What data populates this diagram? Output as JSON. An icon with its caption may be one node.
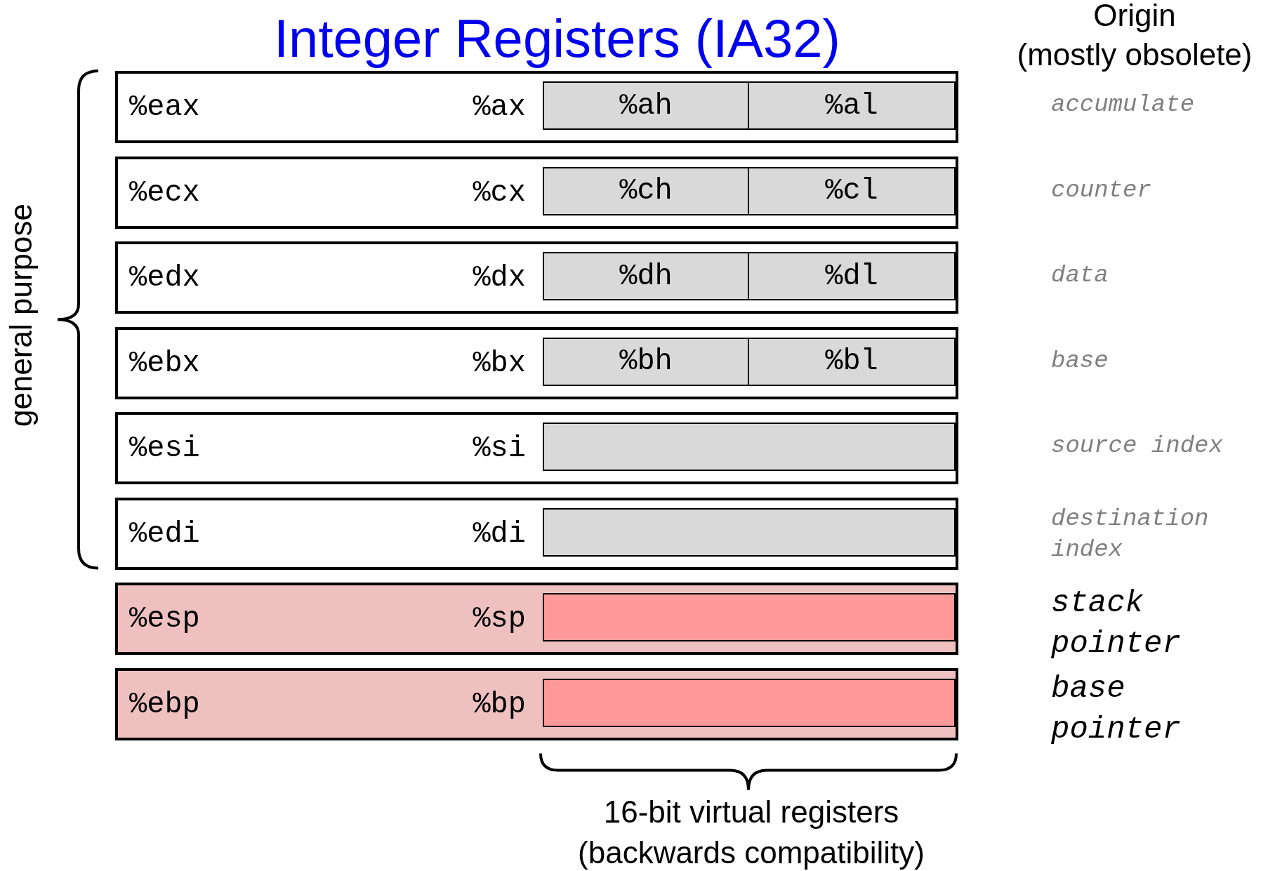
{
  "diagram": {
    "title": "Integer Registers (IA32)",
    "nodes": [
      {
        "text": [
          "%eax",
          "%ax"
        ],
        "beside": [
          "accumulate"
        ]
      },
      {
        "text": [
          "%ah"
        ],
        "in": 0
      },
      {
        "text": [
          "%al"
        ],
        "in": 0
      },
      {
        "text": [
          "%ecx",
          "%cx"
        ],
        "beside": [
          "counter"
        ]
      },
      {
        "text": [
          "%ch"
        ],
        "in": 3
      },
      {
        "text": [
          "%cl"
        ],
        "in": 3
      },
      {
        "text": [
          "%edx",
          "%dx"
        ],
        "beside": [
          "data"
        ]
      },
      {
        "text": [
          "%dh"
        ],
        "in": 6
      },
      {
        "text": [
          "%dl"
        ],
        "in": 6
      },
      {
        "text": [
          "%ebx",
          "%bx"
        ],
        "beside": [
          "base"
        ]
      },
      {
        "text": [
          "%bh"
        ],
        "in": 9
      },
      {
        "text": [
          "%bl"
        ],
        "in": 9
      },
      {
        "text": [
          "%esi",
          "%si"
        ],
        "beside": [
          "source index"
        ]
      },
      {
        "text": [],
        "shape": "box",
        "in": 12
      },
      {
        "text": [
          "%edi",
          "%di"
        ],
        "beside": [
          "destination index"
        ]
      },
      {
        "text": [],
        "shape": "box",
        "in": 14
      },
      {
        "text": [
          "%esp",
          "%sp"
        ],
        "beside": [
          "stack pointer"
        ]
      },
      {
        "text": [],
        "shape": "box",
        "in": 16
      },
      {
        "text": [
          "%ebp",
          "%bp"
        ],
        "beside": [
          "base pointer"
        ]
      },
      {
        "text": [],
        "shape": "box",
        "in": 18
      }
    ],
    "labels": [
      "Origin (mostly obsolete)",
      "general purpose",
      "16-bit virtual registers (backwards compatibility)"
    ]
  }
}
